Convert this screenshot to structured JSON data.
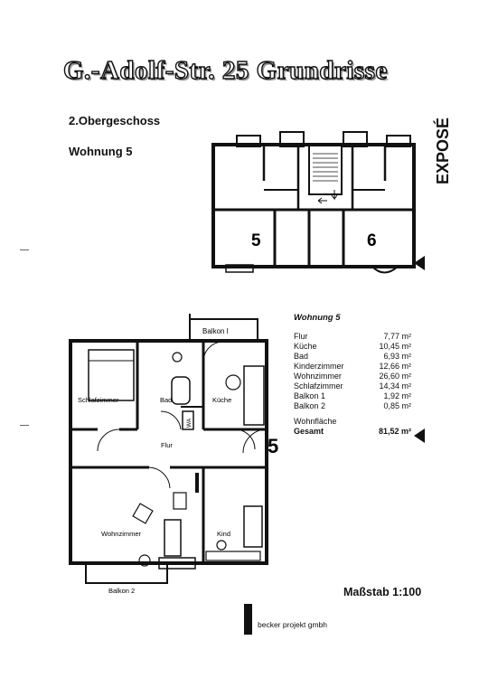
{
  "header": {
    "title": "G.-Adolf-Str. 25 Grundrisse",
    "floor": "2.Obergeschoss",
    "unit": "Wohnung 5",
    "expose": "EXPOSÉ"
  },
  "plan_top": {
    "unit_numbers": [
      "5",
      "6"
    ]
  },
  "plan_main": {
    "rooms": {
      "balkon1": "Balkon I",
      "schlafzimmer": "Schlafzimmer",
      "bad": "Bad",
      "kueche": "Küche",
      "wa": "WA",
      "flur": "Flur",
      "wohnzimmer": "Wohnzimmer",
      "kind": "Kind",
      "balkon2": "Balkon 2"
    },
    "unit_number": "5"
  },
  "areas": {
    "heading": "Wohnung 5",
    "rows": [
      {
        "label": "Flur",
        "value": "7,77 m²"
      },
      {
        "label": "Küche",
        "value": "10,45 m²"
      },
      {
        "label": "Bad",
        "value": "6,93 m²"
      },
      {
        "label": "Kinderzimmer",
        "value": "12,66 m²"
      },
      {
        "label": "Wohnzimmer",
        "value": "26,60 m²"
      },
      {
        "label": "Schlafzimmer",
        "value": "14,34 m²"
      },
      {
        "label": "Balkon 1",
        "value": "1,92 m²"
      },
      {
        "label": "Balkon 2",
        "value": "0,85 m²"
      }
    ],
    "total_label_1": "Wohnfläche",
    "total_label_2": "Gesamt",
    "total_value": "81,52 m²"
  },
  "footer": {
    "scale": "Maßstab 1:100",
    "company": "becker projekt gmbh"
  }
}
